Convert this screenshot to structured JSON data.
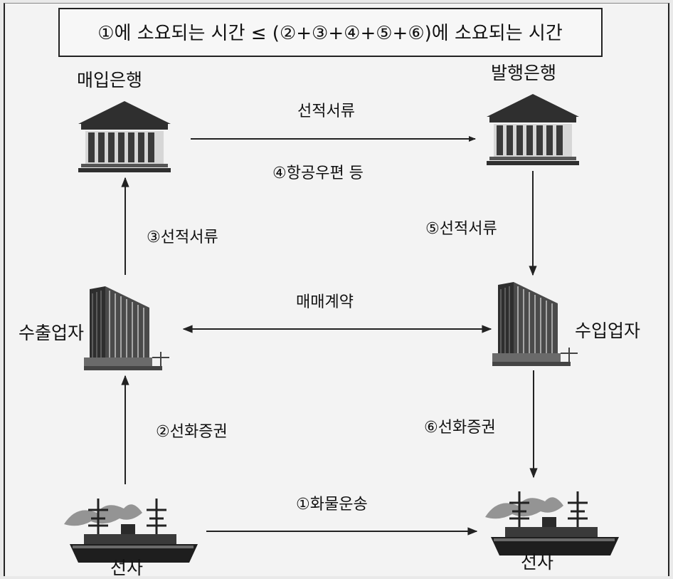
{
  "title": "①에 소요되는 시간 ≤ (②+③+④+⑤+⑥)에 소요되는 시간",
  "nodes": {
    "purchasing_bank": "매입은행",
    "issuing_bank": "발행은행",
    "exporter": "수출업자",
    "importer": "수입업자",
    "carrier_left": "선사",
    "carrier_right": "선사"
  },
  "edges": {
    "banks_top": "선적서류",
    "banks_bottom": "④항공우편 등",
    "exporter_to_bank": "③선적서류",
    "issuing_to_importer": "⑤선적서류",
    "sales_contract": "매매계약",
    "carrier_to_exporter": "②선화증권",
    "importer_to_carrier": "⑥선화증권",
    "cargo_transport": "①화물운송"
  },
  "colors": {
    "line": "#222222",
    "building": "#3a3a3a",
    "smoke": "#8a8a8a",
    "ship": "#2a2a2a"
  }
}
